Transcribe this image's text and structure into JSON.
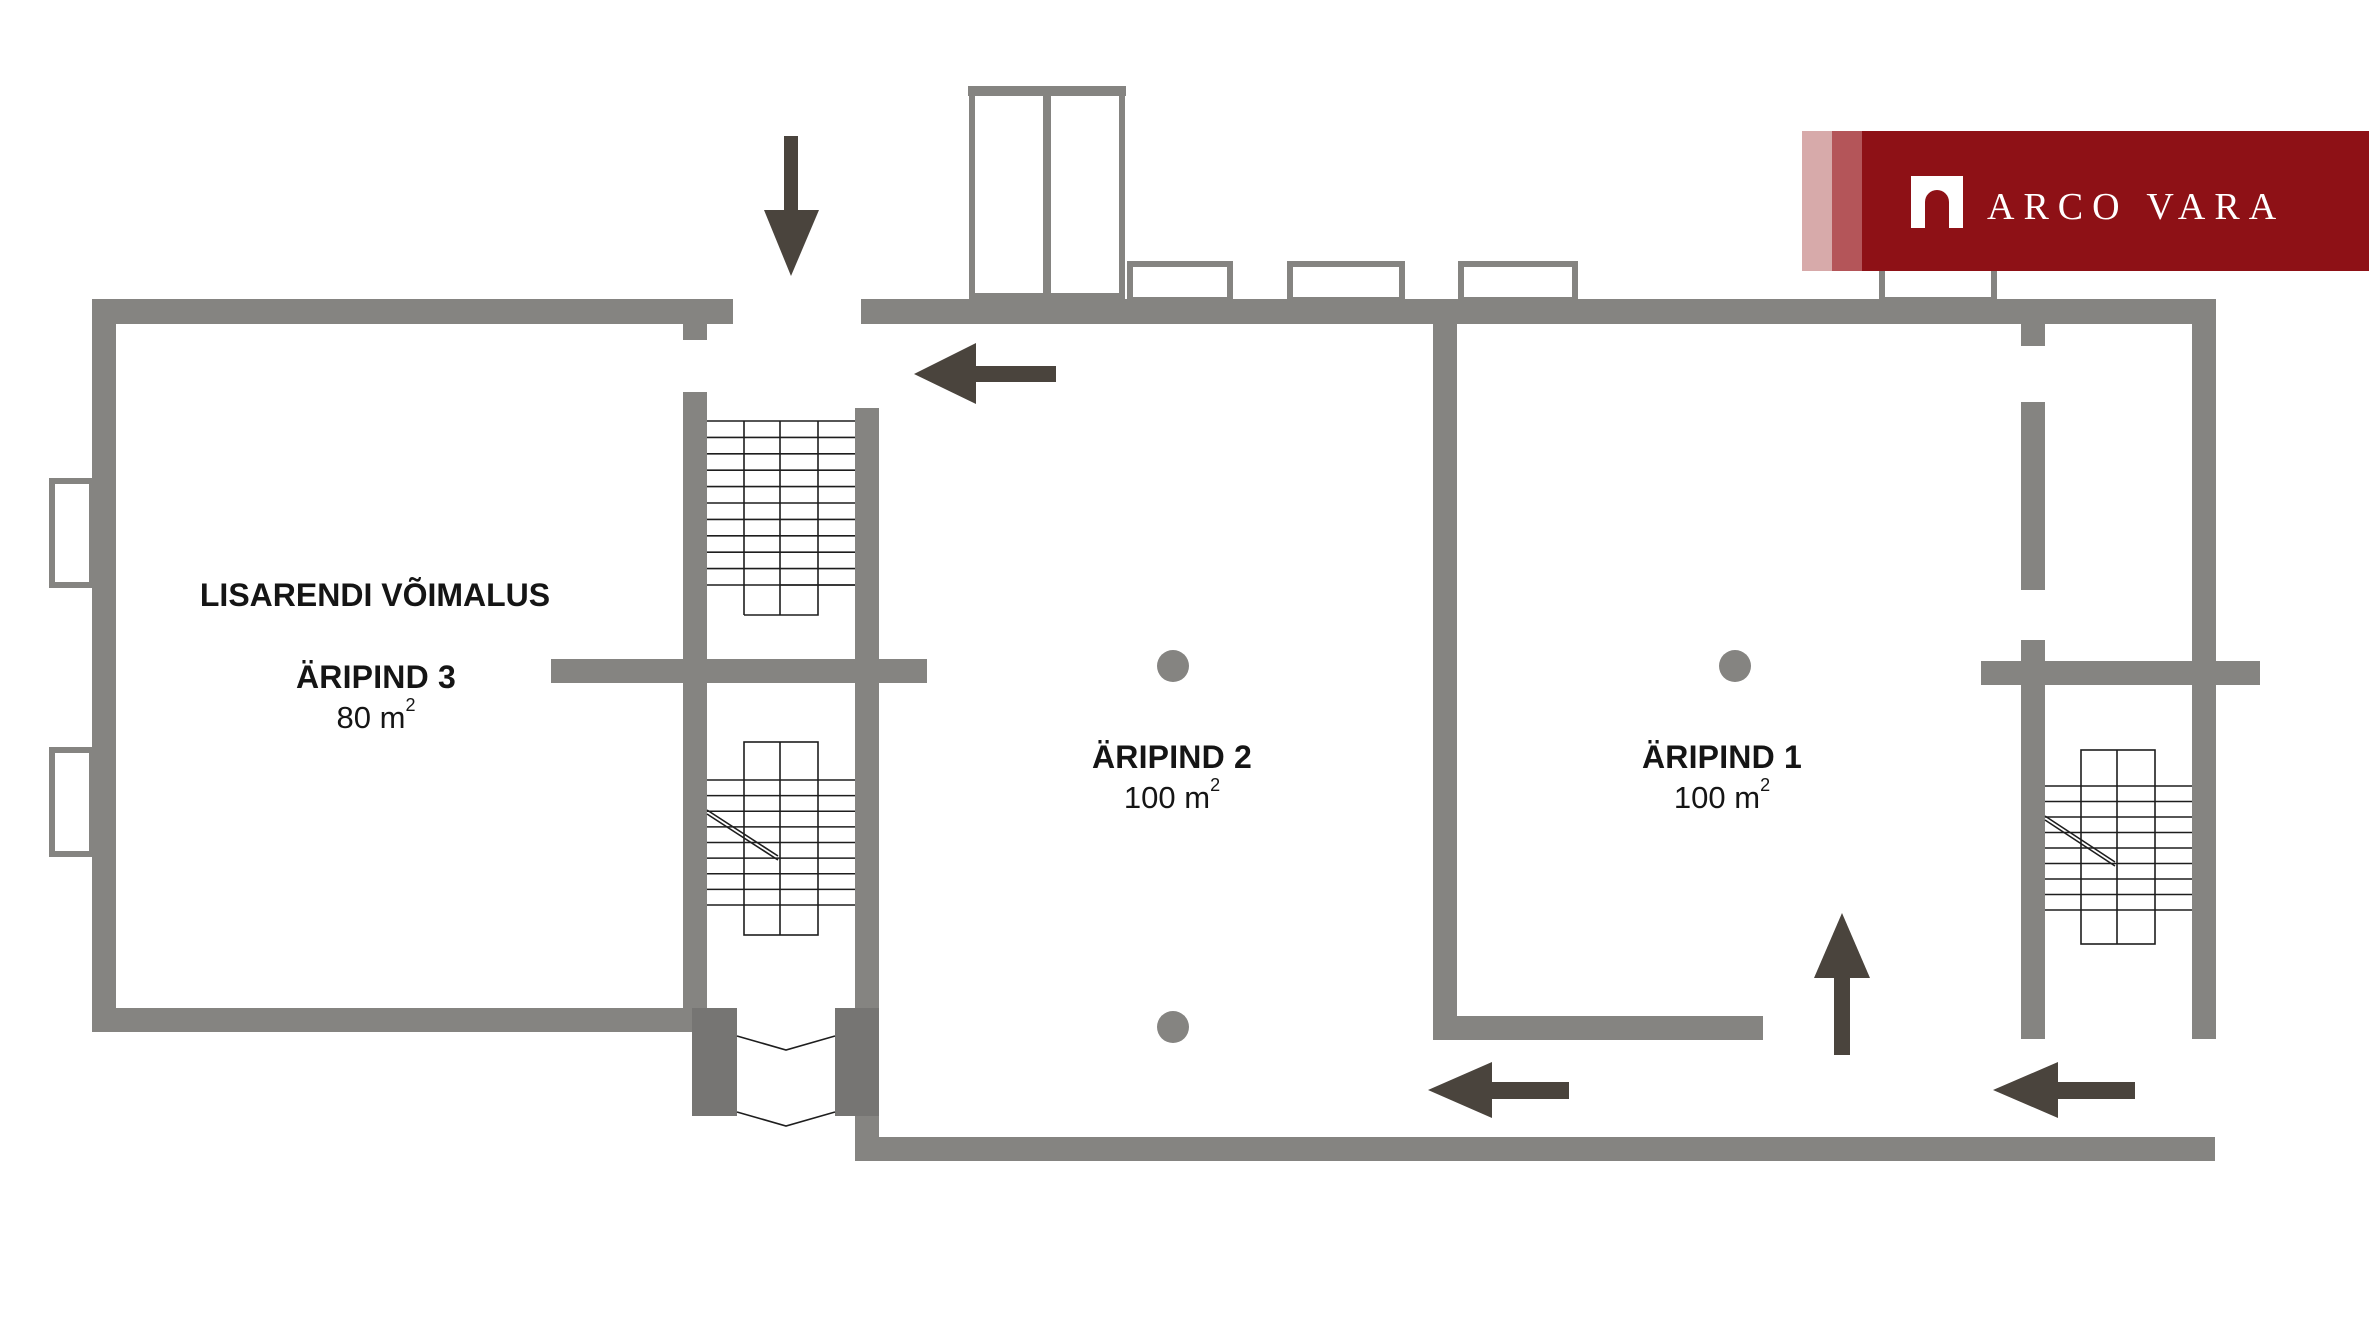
{
  "plan": {
    "rooms": [
      {
        "id": "extra",
        "note": "LISARENDI VÕIMALUS",
        "name": "ÄRIPIND 3",
        "area_value": "80",
        "area_unit": "m",
        "area_exp": "2"
      },
      {
        "id": "r2",
        "name": "ÄRIPIND 2",
        "area_value": "100",
        "area_unit": "m",
        "area_exp": "2"
      },
      {
        "id": "r1",
        "name": "ÄRIPIND 1",
        "area_value": "100",
        "area_unit": "m",
        "area_exp": "2"
      }
    ]
  },
  "brand": {
    "logo_text": "ARCO VARA",
    "colors": {
      "main": "#8e1116",
      "stripe_light": "#d7aaaa",
      "stripe_mid": "#b45559"
    }
  },
  "colors": {
    "wall": "#858481",
    "arrow": "#4a443d",
    "text": "#151515"
  },
  "icons": [
    "arch-icon",
    "arrow-down-icon",
    "arrow-left-icon",
    "arrow-up-icon",
    "staircase-icon",
    "column-icon"
  ]
}
